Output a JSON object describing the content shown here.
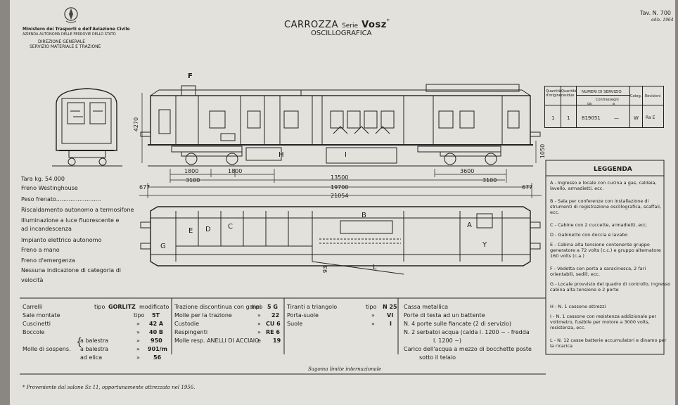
{
  "header": {
    "ministry": [
      "Ministero dei Trasporti e dell'Aviazione Civile",
      "AZIENDA AUTONOMA DELLE FERROVIE DELLO STATO"
    ],
    "department": [
      "DIREZIONE GENERALE",
      "SERVIZIO MATERIALE E TRAZIONE"
    ],
    "title_prefix": "CARROZZA",
    "title_serie": "Serie",
    "title_code": "Vosz",
    "title_mark": "*",
    "subtitle": "OSCILLOGRAFICA",
    "plate": "Tav. N. 700",
    "edition": "ediz. 1964"
  },
  "service_table": {
    "headers": [
      "Quantità d'origine",
      "Quantità residue",
      "NUMERI DI SERVIZIO",
      "Categ.",
      "Revisioni"
    ],
    "sub_headers": [
      "Contrassegni",
      "da",
      "a"
    ],
    "row": [
      "1",
      "1",
      "819051",
      "—",
      "W",
      "Ra E"
    ]
  },
  "labels": {
    "f": "F",
    "h": "H",
    "i": "I",
    "a": "A",
    "b": "B",
    "c": "C",
    "d": "D",
    "e": "E",
    "g": "G",
    "l": "L",
    "y": "Y"
  },
  "dimensions": {
    "height": "4270",
    "side": "1050",
    "d1800a": "1800",
    "d1800b": "1800",
    "d3600": "3600",
    "d3100a": "3100",
    "d13500": "13500",
    "d3100b": "3100",
    "d677a": "677",
    "d19700": "19700",
    "d677b": "677",
    "d21054": "21054",
    "d93": "93"
  },
  "specs": [
    "Tara kg. 54.000",
    "Freno Westinghouse",
    "Peso frenato.........................",
    "Riscaldamento autonomo a termosifone",
    "Illuminazione a luce fluorescente e",
    "ad incandescenza",
    "Impianto elettrico autonomo",
    "Freno a mano",
    "Freno d'emergenza",
    "Nessuna indicazione di categoria di",
    "velocità"
  ],
  "legend": {
    "title": "LEGGENDA",
    "items": [
      "A - Ingresso e locale con cucina a gas, caldaia, lavello, armadietti, ecc.",
      "B - Sala per conferenze con installazione di strumenti di registrazione oscillografica, scaffali, ecc.",
      "C - Cabine con 2 cuccette, armadietti, ecc.",
      "D - Gabinetto con doccia e lavabo",
      "E - Cabina alta tensione contenente gruppo generatore a 72 volts (c.c.) e gruppo alternatore 160 volts (c.a.)",
      "F - Vedetta con porta a saracinesca, 2 fari orientabili, sedili, ecc.",
      "G - Locale provvisto del quadro di controllo, ingresso cabina alta tensione e 2 porte",
      "H - N. 1 cassone attrezzi",
      "I - N. 1 cassone con resistenza addizionale per voltmetro, fusibile per motore a 3000 volts, resistenza, ecc.",
      "L - N. 12 casse batterie accumulatori e dinamo per la ricarica"
    ]
  },
  "bottom": {
    "col1": [
      {
        "label": "Carrelli",
        "unit": "tipo",
        "value": "GORLITZ",
        "extra": "modificato"
      },
      {
        "label": "Sale montate",
        "unit": "tipo",
        "value": "5T"
      },
      {
        "label": "Cuscinetti",
        "unit": "»",
        "value": "42 A"
      },
      {
        "label": "Boccole",
        "unit": "»",
        "value": "40 B"
      },
      {
        "label": "a balestra",
        "unit": "»",
        "value": "950"
      },
      {
        "label": "a balestra",
        "unit": "»",
        "value": "901/m"
      },
      {
        "label": "ad elica",
        "unit": "»",
        "value": "56"
      }
    ],
    "suspension_label": "Molle di sospens.",
    "col2": [
      {
        "label": "Trazione discontinua con ganci",
        "unit": "tipo",
        "value": "5 G"
      },
      {
        "label": "Molle per la trazione",
        "unit": "»",
        "value": "22"
      },
      {
        "label": "Custodie",
        "unit": "»",
        "value": "CU 6"
      },
      {
        "label": "Respingenti",
        "unit": "»",
        "value": "RE 6"
      },
      {
        "label": "Molle resp. ANELLI DI ACCIAIO",
        "unit": "e",
        "value": "19"
      }
    ],
    "col3": [
      {
        "label": "Tiranti a triangolo",
        "unit": "tipo",
        "value": "N 25"
      },
      {
        "label": "Porta-suole",
        "unit": "»",
        "value": "VI"
      },
      {
        "label": "Suole",
        "unit": "»",
        "value": "I"
      }
    ],
    "col4": [
      "Cassa metallica",
      "Porte di testa ad un battente",
      "N. 4 porte sulle fiancate (2 di servizio)",
      "N. 2 serbatoi acqua (calda l. 1200 ~ - fredda",
      "l. 1200 ~)",
      "Carico dell'acqua a mezzo di bocchette poste",
      "sotto il telaio"
    ],
    "sagoma": "Sagoma limite internazionale",
    "footnote": "* Proveniente dal salone Sz 11, opportunamente attrezzato nel 1956."
  }
}
